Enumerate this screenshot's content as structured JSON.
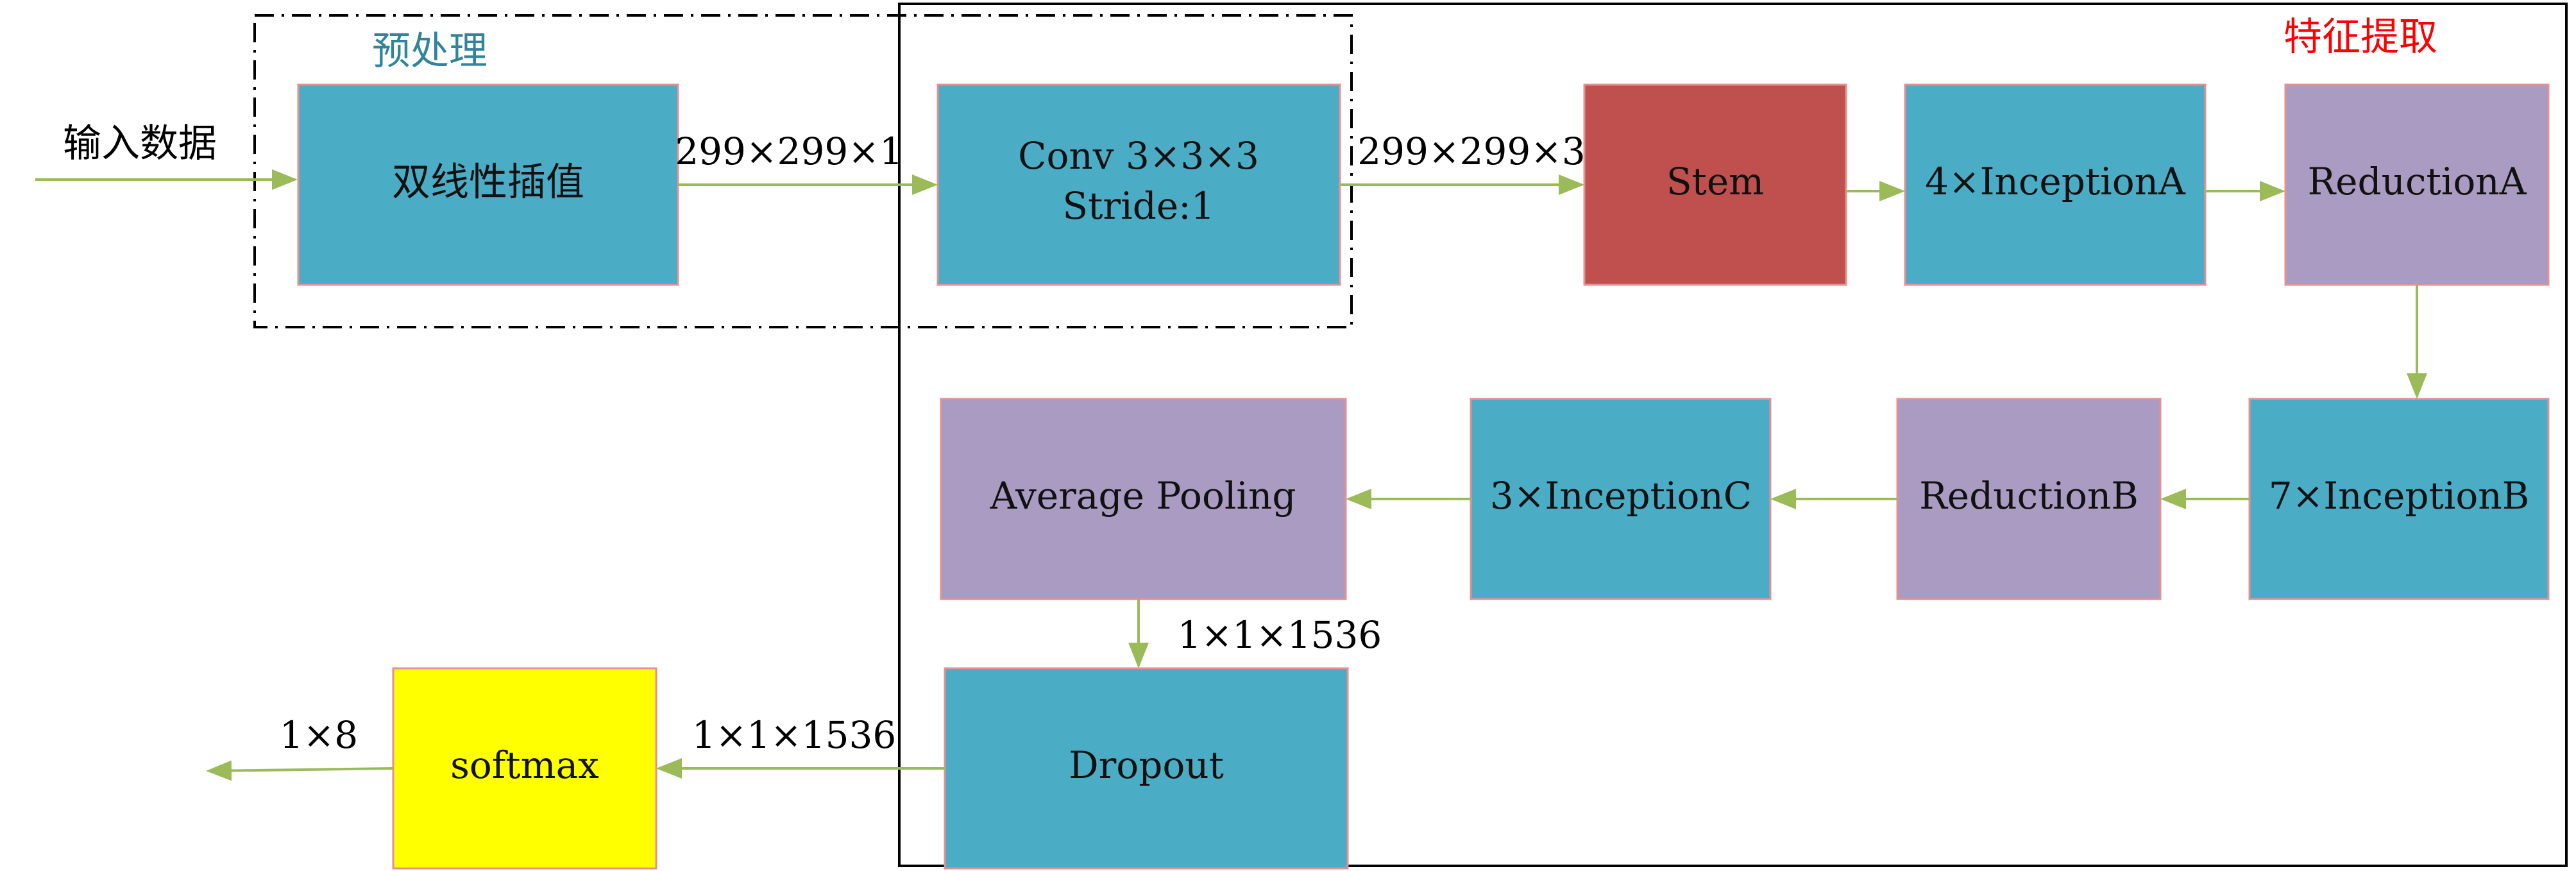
{
  "colors": {
    "arrow": "#9bbb59",
    "box_border": "#e69191",
    "teal": "#4bacc6",
    "red": "#c0504d",
    "purple": "#a99bc1",
    "yellow": "#ffff00",
    "pre_label": "#31859b",
    "feat_label": "#ff0000"
  },
  "groups": {
    "preprocess": "预处理",
    "feature": "特征提取"
  },
  "input_label": "输入数据",
  "nodes": {
    "bilinear": "双线性插值",
    "conv_line1": "Conv 3×3×3",
    "conv_line2": "Stride:1",
    "stem": "Stem",
    "inceptionA": "4×InceptionA",
    "reductionA": "ReductionA",
    "inceptionB": "7×InceptionB",
    "reductionB": "ReductionB",
    "inceptionC": "3×InceptionC",
    "avgpool": "Average Pooling",
    "dropout": "Dropout",
    "softmax": "softmax"
  },
  "edge_labels": {
    "after_interp": "299×299×1",
    "after_conv": "299×299×3",
    "after_pool": "1×1×1536",
    "after_dropout": "1×1×1536",
    "output": "1×8"
  }
}
